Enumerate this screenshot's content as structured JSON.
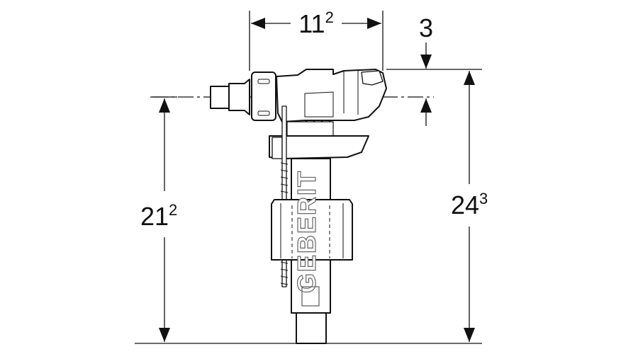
{
  "dimensions": {
    "width_top": {
      "value": "11",
      "sup": "2"
    },
    "offset_top": {
      "value": "3"
    },
    "height_left": {
      "value": "21",
      "sup": "2"
    },
    "height_right": {
      "value": "24",
      "sup": "3"
    }
  },
  "logo": "GEBERIT",
  "colors": {
    "line": "#111111",
    "background": "#ffffff"
  }
}
